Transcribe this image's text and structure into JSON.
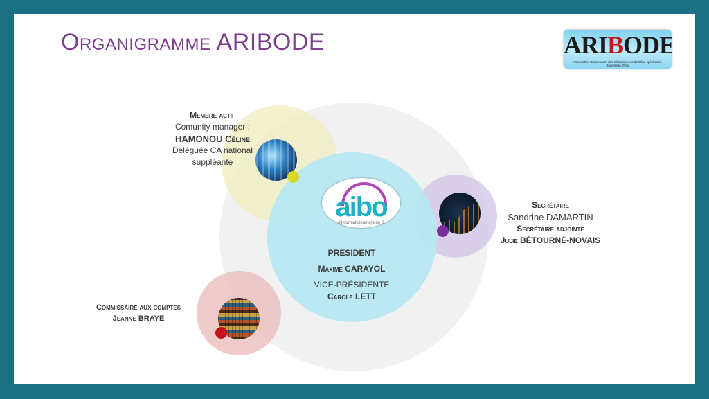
{
  "slide": {
    "title": "Organigramme ARIBODE",
    "colors": {
      "frame": "#1c7083",
      "title": "#7c3f8f",
      "cyan": "#b6e7f2",
      "yellow": "#f0eebe",
      "lilac": "#d2c3e6",
      "pink": "#ebb9b9"
    }
  },
  "logo_aribode": {
    "word_a": "AR",
    "word_i": "I",
    "word_b": "B",
    "word_rest": "ODE",
    "tagline": "Association Bretonnante des Informaticiens de Bâse spécialisée Biplômaire d'Ouï"
  },
  "logo_aibo": {
    "word": "aibo",
    "tagline": "d'Informaticien(ne)s de B"
  },
  "center": {
    "president_label": "PRESIDENT",
    "president_name": "Maxime CARAYOL",
    "vice_label": "VICE-PRÉSIDENTE",
    "vice_name": "Carole LETT"
  },
  "member": {
    "role": "Membre actif",
    "line1": "Comunity manager :",
    "name": "HAMONOU Céline",
    "line3": "Déléguée CA national",
    "line4": "suppléante",
    "photo_icon": "technology-network-photo"
  },
  "secretary": {
    "role": "Secrétaire",
    "name": "Sandrine DAMARTIN",
    "role2": "Secrétaire adjointe",
    "name2": "Julie BÉTOURNÉ-NOVAIS",
    "photo_icon": "stock-chart-photo"
  },
  "commissaire": {
    "role": "Commissaire aux comptes",
    "name": "Jeanne BRAYE",
    "photo_icon": "bookshelf-photo"
  }
}
